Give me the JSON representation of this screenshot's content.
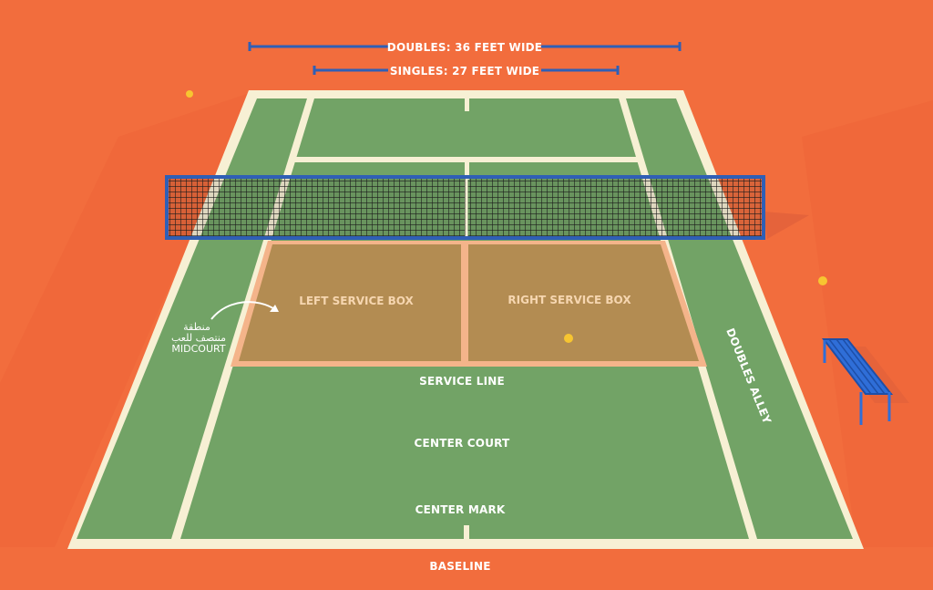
{
  "dimensions": {
    "doubles_label": "DOUBLES: 36 FEET WIDE",
    "singles_label": "SINGLES: 27 FEET WIDE"
  },
  "court": {
    "left_service_box": "LEFT SERVICE BOX",
    "right_service_box": "RIGHT SERVICE BOX",
    "service_line": "SERVICE LINE",
    "center_court": "CENTER COURT",
    "center_mark": "CENTER MARK",
    "baseline": "BASELINE",
    "doubles_alley": "DOUBLES ALLEY",
    "midcourt_arabic_line1": "منطقة",
    "midcourt_arabic_line2": "منتصف للعب",
    "midcourt": "MIDCOURT"
  },
  "colors": {
    "background": "#f26d3d",
    "court_green": "#72a366",
    "court_lines": "#f7f0d4",
    "service_box_fill": "#b38c52",
    "service_box_border": "#f4b48a",
    "net_frame": "#2f5fb6",
    "ball": "#f7c531",
    "bench": "#2f6ed8"
  }
}
